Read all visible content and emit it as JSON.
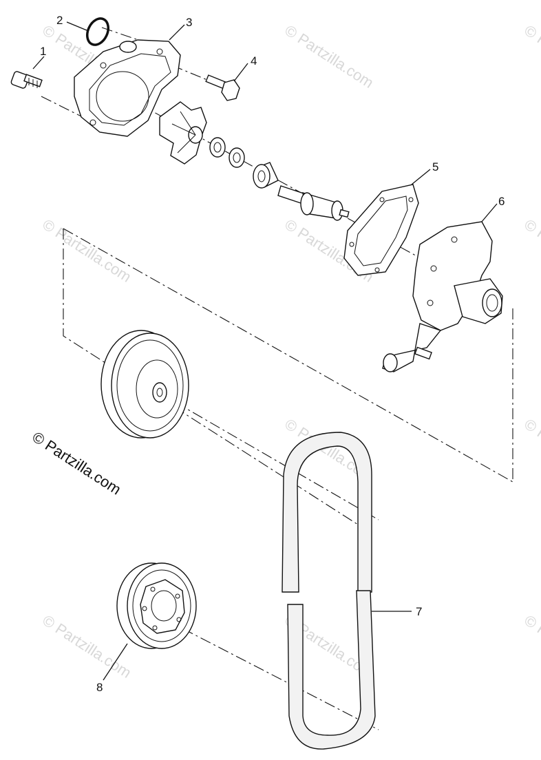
{
  "watermark": "© Partzilla.com",
  "copyright": "© Partzilla.com",
  "callouts": [
    {
      "id": "1",
      "label": "1"
    },
    {
      "id": "2",
      "label": "2"
    },
    {
      "id": "3",
      "label": "3"
    },
    {
      "id": "4",
      "label": "4"
    },
    {
      "id": "5",
      "label": "5"
    },
    {
      "id": "6",
      "label": "6"
    },
    {
      "id": "7",
      "label": "7"
    },
    {
      "id": "8",
      "label": "8"
    }
  ]
}
